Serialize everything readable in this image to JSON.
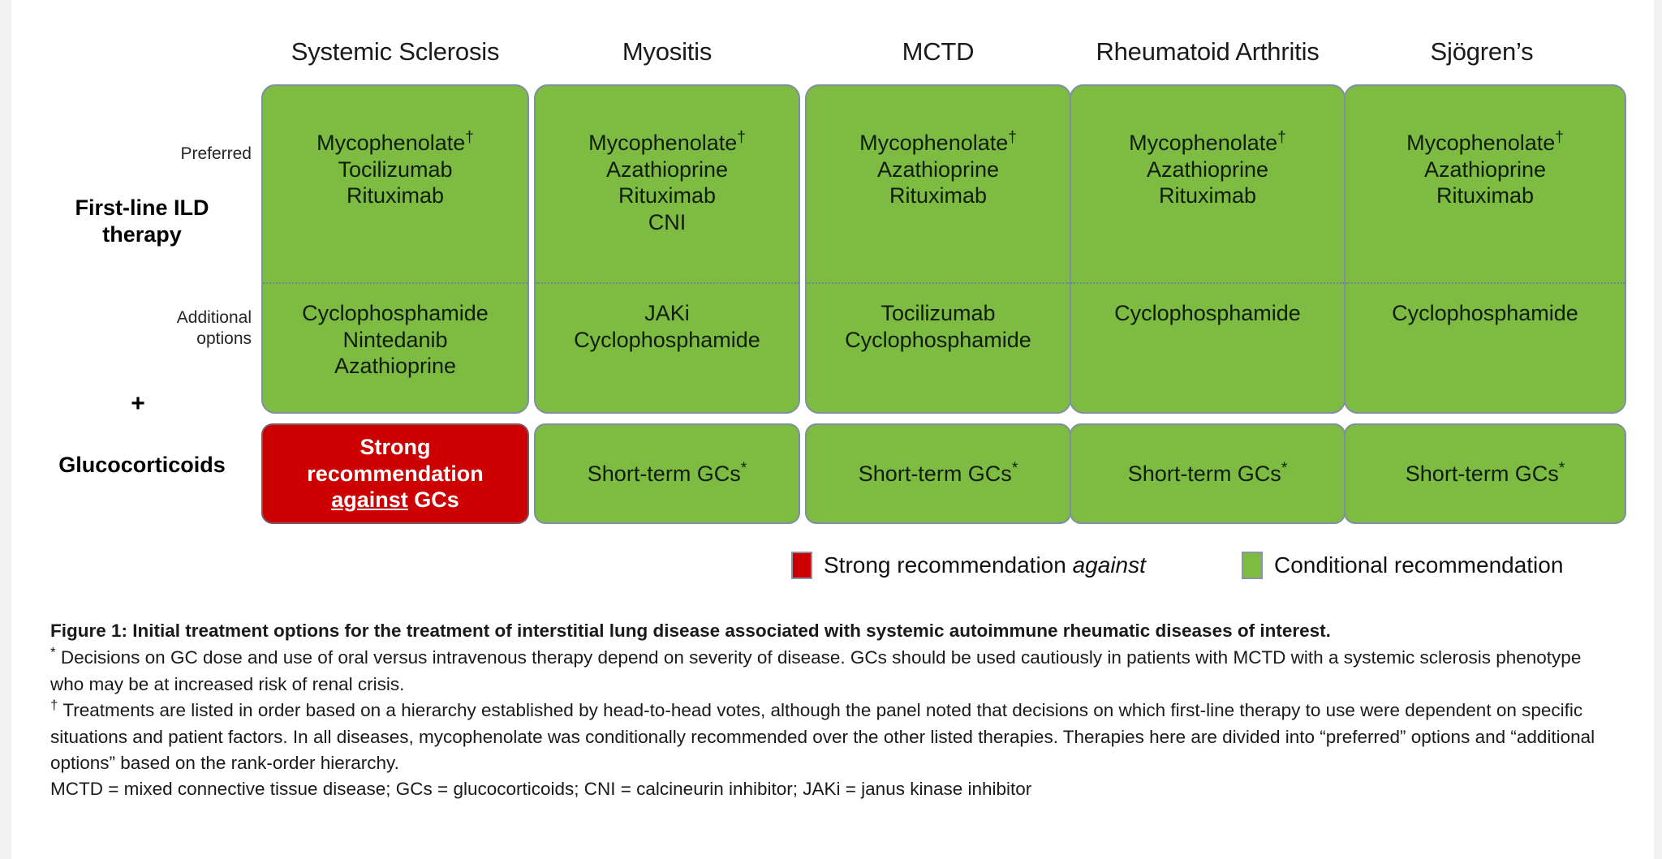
{
  "figure": {
    "column_headers": [
      "Systemic Sclerosis",
      "Myositis",
      "MCTD",
      "Rheumatoid Arthritis",
      "Sjögren’s"
    ],
    "row_labels": {
      "preferred": "Preferred",
      "additional_line1": "Additional",
      "additional_line2": "options",
      "first_line_ild_line1": "First-line ILD",
      "first_line_ild_line2": "therapy",
      "plus": "+",
      "glucocorticoids": "Glucocorticoids"
    },
    "preferred_options": [
      [
        "Mycophenolate",
        "Tocilizumab",
        "Rituximab"
      ],
      [
        "Mycophenolate",
        "Azathioprine",
        "Rituximab",
        "CNI"
      ],
      [
        "Mycophenolate",
        "Azathioprine",
        "Rituximab"
      ],
      [
        "Mycophenolate",
        "Azathioprine",
        "Rituximab"
      ],
      [
        "Mycophenolate",
        "Azathioprine",
        "Rituximab"
      ]
    ],
    "additional_options": [
      [
        "Cyclophosphamide",
        "Nintedanib",
        "Azathioprine"
      ],
      [
        "JAKi",
        "Cyclophosphamide"
      ],
      [
        "Tocilizumab",
        "Cyclophosphamide"
      ],
      [
        "Cyclophosphamide"
      ],
      [
        "Cyclophosphamide"
      ]
    ],
    "glucocorticoids_row": [
      {
        "kind": "red",
        "line1": "Strong",
        "line2": "recommendation",
        "line3_underlined": "against",
        "line3_rest": " GCs"
      },
      {
        "kind": "green",
        "text": "Short-term GCs"
      },
      {
        "kind": "green",
        "text": "Short-term GCs"
      },
      {
        "kind": "green",
        "text": "Short-term GCs"
      },
      {
        "kind": "green",
        "text": "Short-term GCs"
      }
    ],
    "dagger_symbol": "†",
    "star_symbol": "*"
  },
  "legend": {
    "items": [
      {
        "color": "#CC0000",
        "text_before": "Strong recommendation ",
        "text_italic": "against"
      },
      {
        "color": "#7DBB42",
        "text_before": "Conditional recommendation",
        "text_italic": ""
      }
    ]
  },
  "caption": {
    "title": "Figure 1: Initial treatment options for the treatment of interstitial lung disease associated with systemic autoimmune rheumatic diseases of interest.",
    "footnote_star_mark": "*",
    "footnote_star": " Decisions on GC dose and use of oral versus intravenous therapy depend on severity of disease. GCs should be used cautiously in patients with MCTD with a systemic sclerosis phenotype who may be at increased risk of renal crisis.",
    "footnote_dagger_mark": "†",
    "footnote_dagger": " Treatments are listed in order based on a hierarchy established by head-to-head votes, although the panel noted that decisions on which first-line therapy to use were dependent on specific situations and patient factors. In all diseases, mycophenolate was conditionally recommended over the other listed therapies. Therapies here are divided into “preferred” options and “additional options” based on the rank-order hierarchy.",
    "abbreviations": "MCTD = mixed connective tissue disease; GCs = glucocorticoids; CNI = calcineurin inhibitor; JAKi = janus kinase inhibitor"
  },
  "colors": {
    "conditional_green": "#7DBB42",
    "strong_against_red": "#CC0000",
    "box_border": "#7E8FA0"
  }
}
